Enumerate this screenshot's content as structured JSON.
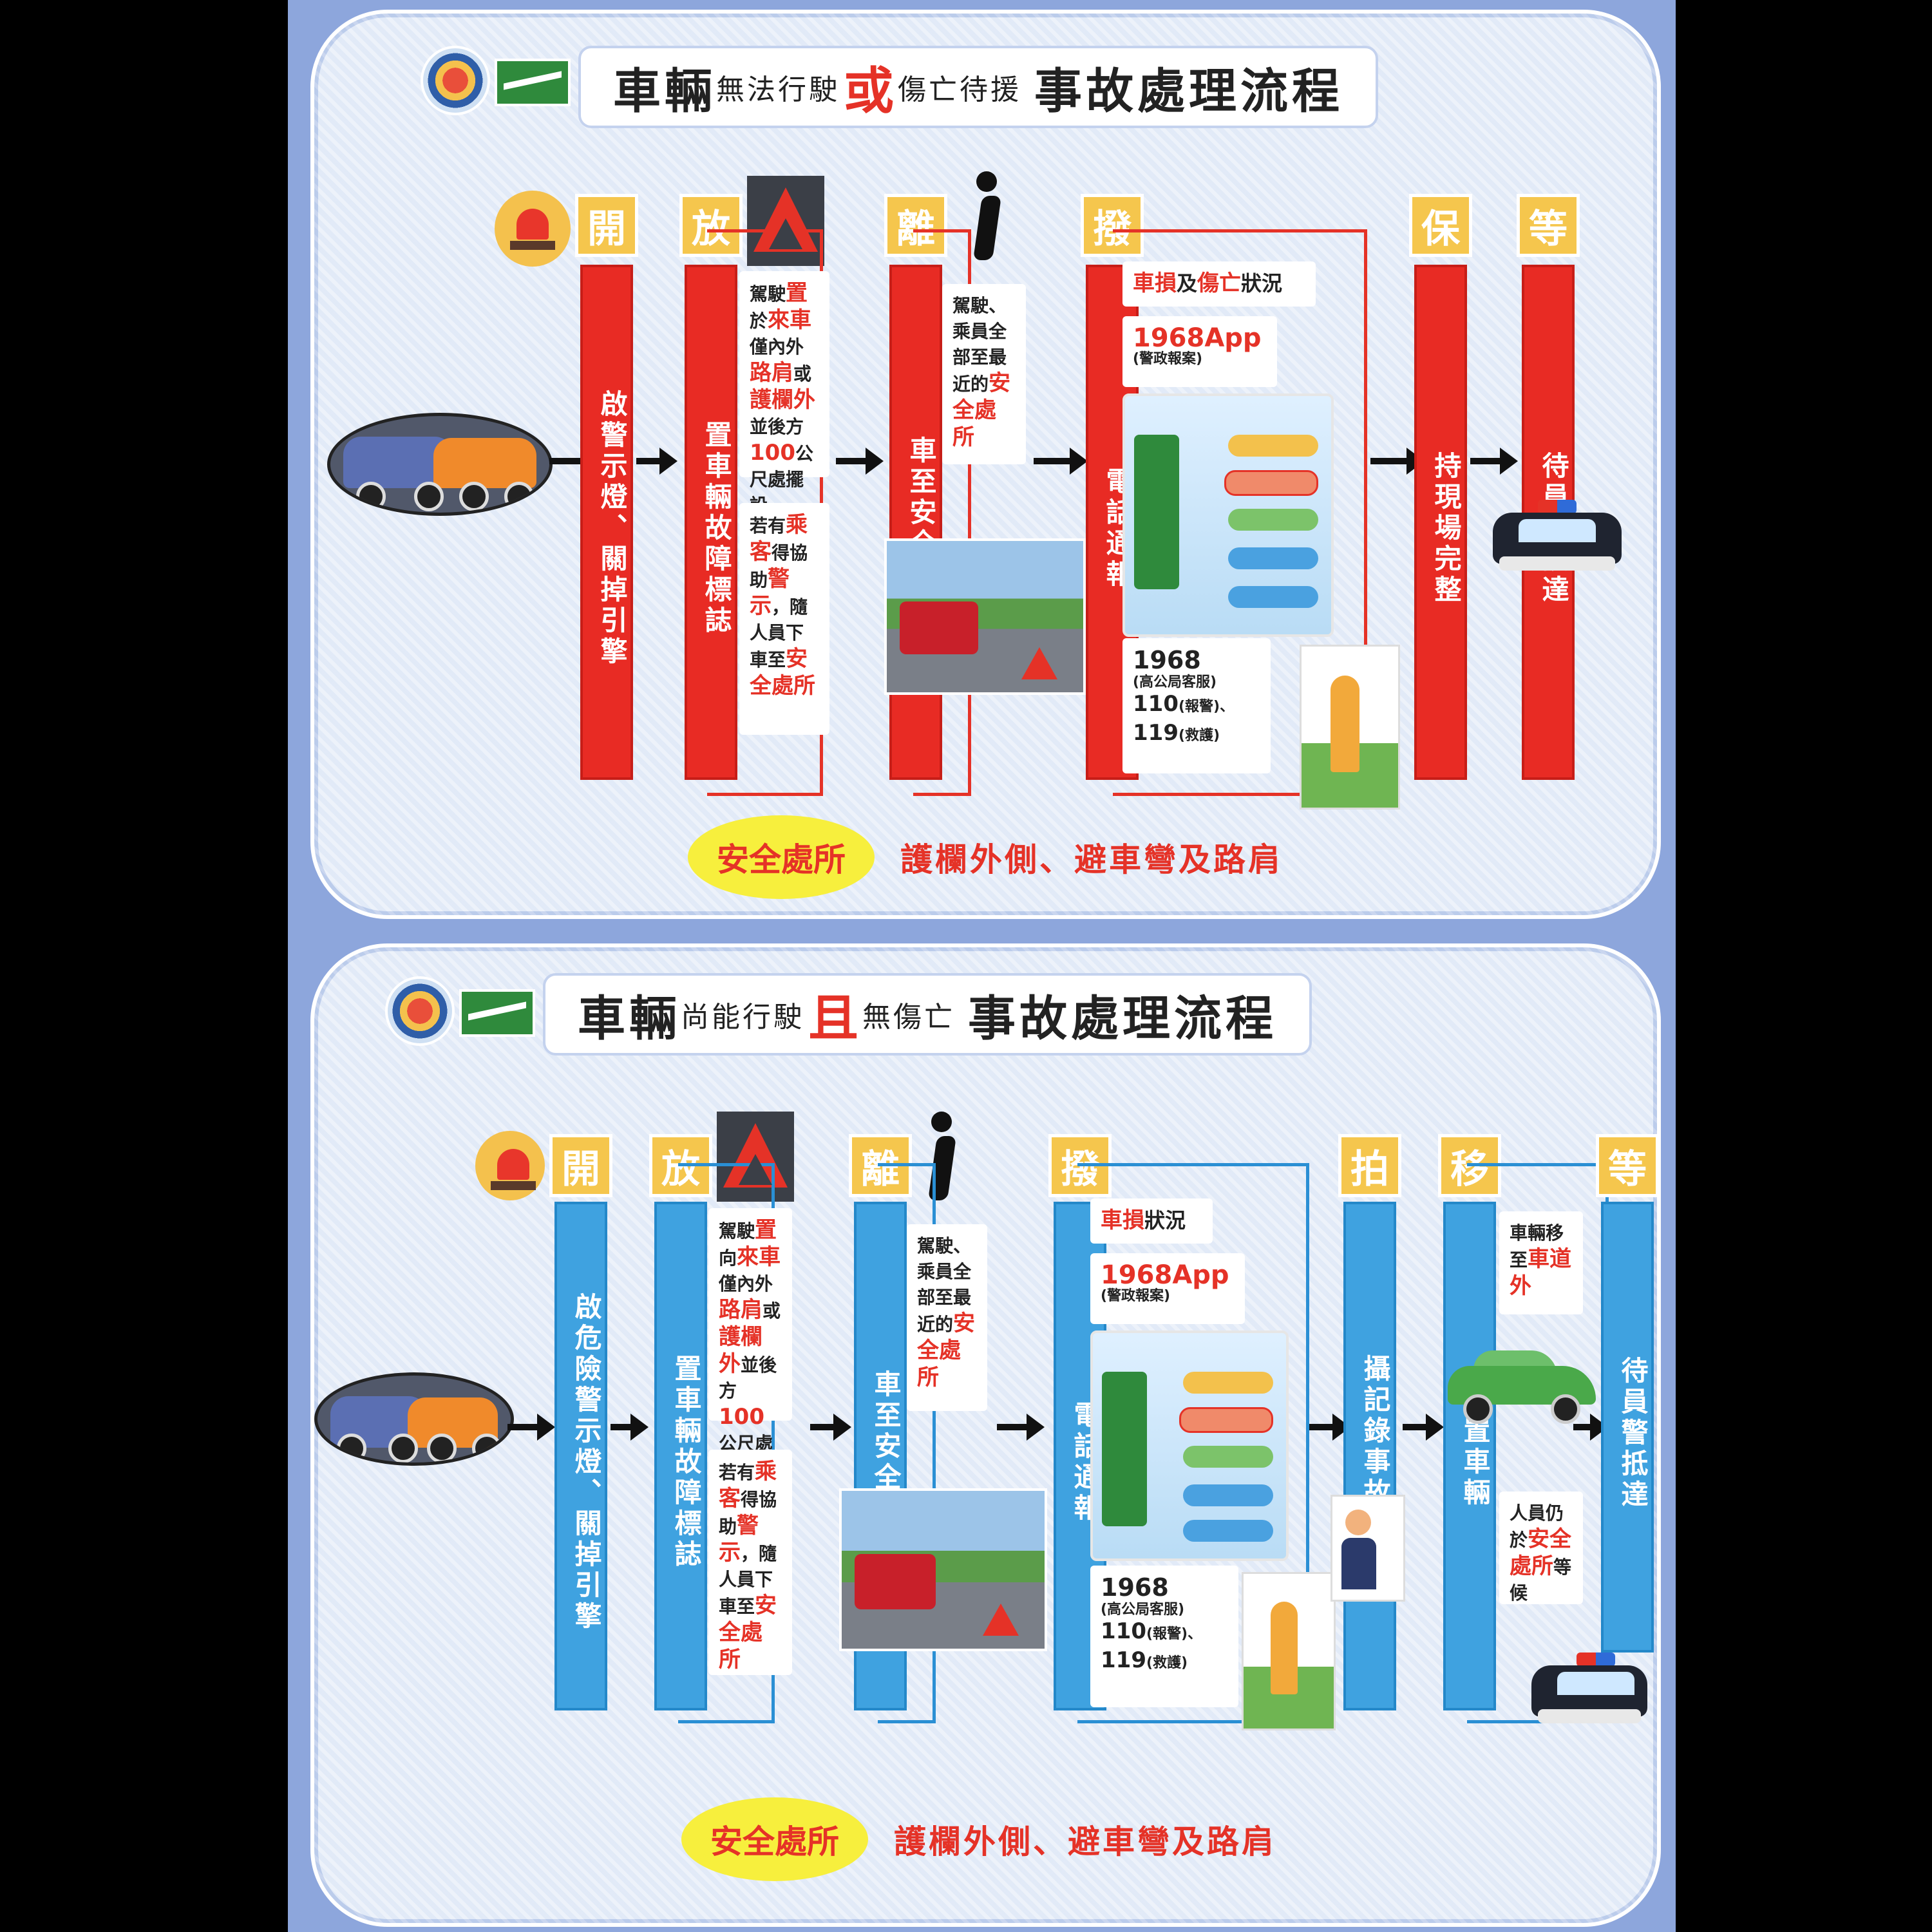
{
  "flow1": {
    "title": {
      "a": "車輛",
      "b": "無法行駛",
      "c": "或",
      "d": "傷亡待援",
      "e": "事故處理流程"
    },
    "steps": [
      {
        "head": "開",
        "bar": "啟警示燈、關掉引擎"
      },
      {
        "head": "放",
        "bar": "置車輛故障標誌"
      },
      {
        "head": "離",
        "bar": "車至安全處所"
      },
      {
        "head": "撥",
        "bar": "電話通報"
      },
      {
        "head": "保",
        "bar": "持現場完整"
      },
      {
        "head": "等",
        "bar": "待員警抵達"
      }
    ],
    "card_fang_1": {
      "p1": "駕駛",
      "r1": "置",
      "p2": "於",
      "r2": "來車",
      "p3": "僅內外",
      "r3": "路肩",
      "p4": "或",
      "r4": "護欄外",
      "p5": "並後方",
      "r5": "100",
      "p6": "公尺處擺設"
    },
    "card_fang_2": {
      "p1": "若有",
      "r1": "乘客",
      "p2": "得協助",
      "r2": "警示",
      "p3": "，隨人員下車至",
      "r3": "安全處所"
    },
    "card_li": {
      "p1": "駕駛、乘員全部至最近的",
      "r1": "安全處所"
    },
    "card_bo_1": {
      "r1": "車損",
      "p1": "及",
      "r2": "傷亡",
      "p2": "狀況"
    },
    "card_bo_2": {
      "a": "1968App",
      "b": "(警政報案)"
    },
    "card_bo_3": {
      "a": "1968",
      "b": "(高公局客服)",
      "c": "110",
      "d": "(報警)、",
      "e": "119",
      "f": "(救護)"
    },
    "footer": {
      "oval": "安全處所",
      "txt": "護欄外側、避車彎及路肩"
    }
  },
  "flow2": {
    "title": {
      "a": "車輛",
      "b": "尚能行駛",
      "c": "且",
      "d": "無傷亡",
      "e": "事故處理流程"
    },
    "steps": [
      {
        "head": "開",
        "bar": "啟危險警示燈、關掉引擎"
      },
      {
        "head": "放",
        "bar": "置車輛故障標誌"
      },
      {
        "head": "離",
        "bar": "車至安全處所"
      },
      {
        "head": "撥",
        "bar": "電話通報"
      },
      {
        "head": "拍",
        "bar": "攝記錄事故現場"
      },
      {
        "head": "移",
        "bar": "置車輛"
      },
      {
        "head": "等",
        "bar": "待員警抵達"
      }
    ],
    "card_fang_1": {
      "p1": "駕駛",
      "r1": "置",
      "p2": "向",
      "r2": "來車",
      "p3": "僅內外",
      "r3": "路肩",
      "p4": "或",
      "r4": "護欄外",
      "p5": "並後方",
      "r5": "100",
      "p6": "公尺處擺設"
    },
    "card_fang_2": {
      "p1": "若有",
      "r1": "乘客",
      "p2": "得協助",
      "r2": "警示",
      "p3": "，隨人員下車至",
      "r3": "安全處所"
    },
    "card_li": {
      "p1": "駕駛、乘員全部至最近的",
      "r1": "安全處所"
    },
    "card_bo_1": {
      "r1": "車損",
      "p1": "狀況"
    },
    "card_bo_2": {
      "a": "1968App",
      "b": "(警政報案)"
    },
    "card_bo_3": {
      "a": "1968",
      "b": "(高公局客服)",
      "c": "110",
      "d": "(報警)、",
      "e": "119",
      "f": "(救護)"
    },
    "card_yi_1": {
      "p1": "車輛移至",
      "r1": "車道外"
    },
    "card_yi_2": {
      "p1": "人員仍於",
      "r1": "安全處所",
      "p2": "等候"
    },
    "footer": {
      "oval": "安全處所",
      "txt": "護欄外側、避車彎及路肩"
    }
  }
}
